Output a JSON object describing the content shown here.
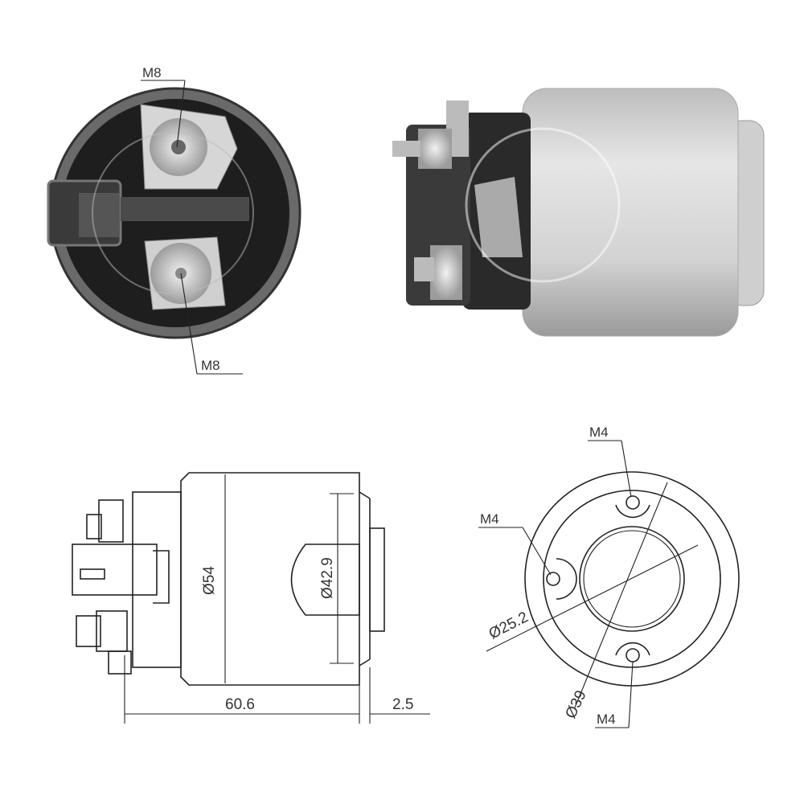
{
  "photo_front": {
    "thread_top": "M8",
    "thread_bottom": "M8"
  },
  "side_drawing": {
    "body_diameter": "Ø54",
    "flange_diameter": "Ø42.9",
    "length": "60.6",
    "offset": "2.5"
  },
  "end_drawing": {
    "thread_top": "M4",
    "thread_left": "M4",
    "thread_bottom": "M4",
    "bore_diameter": "Ø25.2",
    "bolt_circle_diameter": "Ø39"
  },
  "colors": {
    "line": "#222222",
    "body_silver": "#c9c9c9",
    "dark_plastic": "#2a2a2a"
  }
}
